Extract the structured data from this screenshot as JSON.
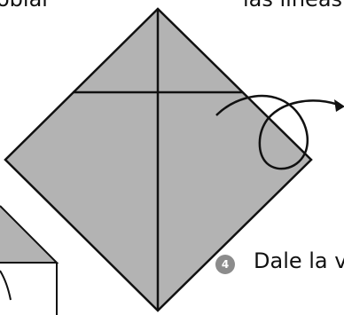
{
  "instructions": {
    "top_left_fragment": "oblar",
    "top_right_fragment": "las líneas",
    "step": {
      "number": "4",
      "text_fragment": "Dale la v"
    }
  },
  "colors": {
    "paper": "#b3b3b3",
    "line": "#111111",
    "badge": "#8c8c8c",
    "background": "#ffffff"
  }
}
